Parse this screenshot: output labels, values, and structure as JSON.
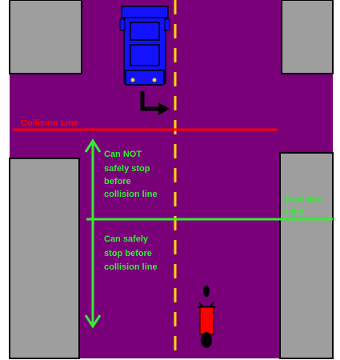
{
  "labels": {
    "collision_line": "Collision Line",
    "decision_line_1": "Decision",
    "decision_line_2": "Line",
    "cannot_stop_1": "Can NOT",
    "cannot_stop_2": "safely stop",
    "cannot_stop_3": "before",
    "cannot_stop_4": "collision line",
    "can_stop_1": "Can safely",
    "can_stop_2": "stop before",
    "can_stop_3": "collision line"
  },
  "colors": {
    "road": "#7a007a",
    "sidewalk": "#9e9e9e",
    "background": "#ffffff",
    "collision_line": "#ff0000",
    "decision_line": "#33ee33",
    "label_green": "#33ee33",
    "lane_divider": "#ffd800",
    "car": "#1212ff",
    "motorcycle": "#ff0000",
    "turn_arrow": "#000000"
  },
  "icons": [
    "car-icon",
    "motorcycle-icon",
    "right-turn-arrow-icon",
    "double-headed-arrow-icon"
  ]
}
